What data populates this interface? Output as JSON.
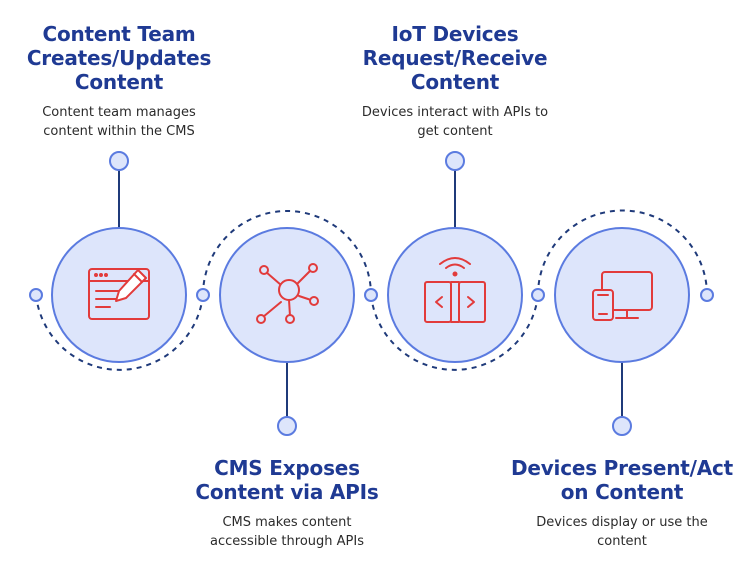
{
  "colors": {
    "circle_fill": "#dde5fb",
    "circle_stroke": "#5b7be0",
    "line": "#1f3a7a",
    "icon": "#e23b3b",
    "title": "#1f3a93",
    "text": "#2b2b2b"
  },
  "steps": [
    {
      "icon": "content-editor-icon",
      "title_lines": [
        "Content Team",
        "Creates/Updates",
        "Content"
      ],
      "desc_lines": [
        "Content team manages",
        "content within the CMS"
      ]
    },
    {
      "icon": "network-hub-icon",
      "title_lines": [
        "CMS Exposes",
        "Content via APIs"
      ],
      "desc_lines": [
        "CMS makes content",
        "accessible through APIs"
      ]
    },
    {
      "icon": "iot-device-icon",
      "title_lines": [
        "IoT Devices",
        "Request/Receive",
        "Content"
      ],
      "desc_lines": [
        "Devices interact with APIs to",
        "get content"
      ]
    },
    {
      "icon": "multi-device-icon",
      "title_lines": [
        "Devices Present/Act",
        "on Content"
      ],
      "desc_lines": [
        "Devices display or use the",
        "content"
      ]
    }
  ]
}
